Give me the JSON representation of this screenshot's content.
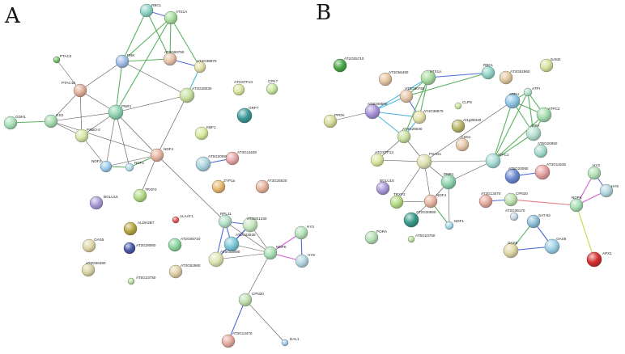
{
  "panels": [
    {
      "letter": "A",
      "nodes": [
        {
          "id": "RBCL",
          "label": "RBCL",
          "color": "#8fd4c8"
        },
        {
          "id": "ATS1A",
          "label": "ATS1A",
          "color": "#a8dca0"
        },
        {
          "id": "PRK",
          "label": "PRK",
          "color": "#9ebde6"
        },
        {
          "id": "AT3G60750",
          "label": "AT3G60750",
          "color": "#e6c2a8"
        },
        {
          "id": "AT4G38970",
          "label": "AT4G38970",
          "color": "#e2e0a6"
        },
        {
          "id": "PTAC4",
          "label": "PTAC4",
          "color": "#7cc070"
        },
        {
          "id": "PTAC16",
          "label": "PTAC16",
          "color": "#e0b09a"
        },
        {
          "id": "PNR1",
          "label": "PNR1",
          "color": "#8fd4b0"
        },
        {
          "id": "AT4G28030",
          "label": "AT4G28030",
          "color": "#c8e0a0"
        },
        {
          "id": "ATGSTF13",
          "label": "ATGSTF13",
          "color": "#dde6a0"
        },
        {
          "id": "CPK7",
          "label": "CPK7",
          "color": "#c8e6a0"
        },
        {
          "id": "GRP7",
          "label": "GRP7",
          "color": "#3d9a9a"
        },
        {
          "id": "GDH1",
          "label": "GDH1",
          "color": "#a8e0b8"
        },
        {
          "id": "GS2",
          "label": "GS2",
          "color": "#a6dcb0"
        },
        {
          "id": "PSBO2",
          "label": "PSBO-2",
          "color": "#d8e6a6"
        },
        {
          "id": "NDF4",
          "label": "NDF4",
          "color": "#e6b4a2"
        },
        {
          "id": "KBF1",
          "label": "KBF1",
          "color": "#d8eaa0"
        },
        {
          "id": "NDF2",
          "label": "NDF2",
          "color": "#9ecdea"
        },
        {
          "id": "NDF1",
          "label": "NDF1",
          "color": "#b4dde6"
        },
        {
          "id": "AT5G20090",
          "label": "AT5G20090",
          "color": "#aad4e0"
        },
        {
          "id": "AT3G11630",
          "label": "AT3G11630",
          "color": "#e6a8a8"
        },
        {
          "id": "ZYP1a",
          "label": "ZYP1a",
          "color": "#e6b870"
        },
        {
          "id": "AT3G25520",
          "label": "AT3G25520",
          "color": "#e6b49c"
        },
        {
          "id": "TRXF2",
          "label": "TRXF2",
          "color": "#b4dc86"
        },
        {
          "id": "BGLU15",
          "label": "BGLU15",
          "color": "#a89ad6"
        },
        {
          "id": "RPL11",
          "label": "RPL11",
          "color": "#b4e0c8"
        },
        {
          "id": "AT4G01330",
          "label": "AT4G01330",
          "color": "#c6e6c0"
        },
        {
          "id": "AT2G43030",
          "label": "AT2G43030",
          "color": "#7cc8d8"
        },
        {
          "id": "AT3G13490",
          "label": "AT3G13490",
          "color": "#e0e6b4"
        },
        {
          "id": "ALAAT1",
          "label": "ALAAT1",
          "color": "#e65a5a"
        },
        {
          "id": "ALDH2B7",
          "label": "ALDH2B7",
          "color": "#b8a642"
        },
        {
          "id": "OAS5",
          "label": "OAS5",
          "color": "#e0d6a6"
        },
        {
          "id": "AT3G28060",
          "label": "AT3G28060",
          "color": "#4a5aa6"
        },
        {
          "id": "AT2G05710",
          "label": "AT2G05710",
          "color": "#8cd49c"
        },
        {
          "id": "AT3G56490",
          "label": "AT3G56490",
          "color": "#dcd6a6"
        },
        {
          "id": "AT5G23750",
          "label": "AT5G23750",
          "color": "#b8e0a0"
        },
        {
          "id": "AT3G52960",
          "label": "AT3G52960",
          "color": "#e0d0a8"
        },
        {
          "id": "NDPK",
          "label": "NDPK",
          "color": "#a8e0b4"
        },
        {
          "id": "HY3",
          "label": "HY3",
          "color": "#b4e0b8"
        },
        {
          "id": "HY8",
          "label": "HY8",
          "color": "#b4d6e0"
        },
        {
          "id": "CPN20",
          "label": "CPN20",
          "color": "#c0e0b0"
        },
        {
          "id": "AT3G13470",
          "label": "AT3G13470",
          "color": "#e6aaa0"
        },
        {
          "id": "DAL1",
          "label": "DAL1",
          "color": "#a8cce6"
        }
      ],
      "edges": [
        {
          "source": "RBCL",
          "target": "ATS1A",
          "color": "#3b5bd0"
        },
        {
          "source": "RBCL",
          "target": "PRK",
          "color": "#49a84f"
        },
        {
          "source": "ATS1A",
          "target": "PRK",
          "color": "#49a84f"
        },
        {
          "source": "PRK",
          "target": "AT3G60750",
          "color": "#49a84f"
        },
        {
          "source": "RBCL",
          "target": "AT3G60750",
          "color": "#49a84f"
        },
        {
          "source": "ATS1A",
          "target": "AT3G60750",
          "color": "#49a84f"
        },
        {
          "source": "AT3G60750",
          "target": "AT4G38970",
          "color": "#3b5bd0"
        },
        {
          "source": "ATS1A",
          "target": "AT4G38970",
          "color": "#49a84f"
        },
        {
          "source": "PRK",
          "target": "AT4G28030",
          "color": "#444444"
        },
        {
          "source": "AT4G38970",
          "target": "AT4G28030",
          "color": "#3ab0d8"
        },
        {
          "source": "PRK",
          "target": "PNR1",
          "color": "#49a84f"
        },
        {
          "source": "ATS1A",
          "target": "PNR1",
          "color": "#49a84f"
        },
        {
          "source": "PRK",
          "target": "PTAC16",
          "color": "#444444"
        },
        {
          "source": "PTAC4",
          "target": "PTAC16",
          "color": "#444444"
        },
        {
          "source": "PTAC16",
          "target": "PNR1",
          "color": "#444444"
        },
        {
          "source": "PTAC16",
          "target": "GS2",
          "color": "#444444"
        },
        {
          "source": "PTAC16",
          "target": "PSBO2",
          "color": "#444444"
        },
        {
          "source": "GS2",
          "target": "GDH1",
          "color": "#49a84f"
        },
        {
          "source": "GS2",
          "target": "PNR1",
          "color": "#444444"
        },
        {
          "source": "GS2",
          "target": "PSBO2",
          "color": "#444444"
        },
        {
          "source": "GS2",
          "target": "NDF4",
          "color": "#444444"
        },
        {
          "source": "PNR1",
          "target": "PSBO2",
          "color": "#444444"
        },
        {
          "source": "PNR1",
          "target": "NDF4",
          "color": "#444444"
        },
        {
          "source": "PNR1",
          "target": "NDF2",
          "color": "#444444"
        },
        {
          "source": "PNR1",
          "target": "NDF1",
          "color": "#444444"
        },
        {
          "source": "PNR1",
          "target": "AT4G28030",
          "color": "#444444"
        },
        {
          "source": "PSBO2",
          "target": "NDF2",
          "color": "#444444"
        },
        {
          "source": "NDF2",
          "target": "NDF1",
          "color": "#49a84f"
        },
        {
          "source": "NDF1",
          "target": "NDF4",
          "color": "#49a84f"
        },
        {
          "source": "NDF2",
          "target": "NDF4",
          "color": "#444444"
        },
        {
          "source": "AT4G28030",
          "target": "NDF4",
          "color": "#444444"
        },
        {
          "source": "NDF4",
          "target": "TRXF2",
          "color": "#444444"
        },
        {
          "source": "NDF4",
          "target": "RPL11",
          "color": "#444444"
        },
        {
          "source": "AT5G20090",
          "target": "AT3G11630",
          "color": "#3b5bd0"
        },
        {
          "source": "RPL11",
          "target": "AT4G01330",
          "color": "#3b5bd0"
        },
        {
          "source": "RPL11",
          "target": "AT2G43030",
          "color": "#3b5bd0"
        },
        {
          "source": "RPL11",
          "target": "AT3G13490",
          "color": "#3b5bd0"
        },
        {
          "source": "AT4G01330",
          "target": "AT2G43030",
          "color": "#3b5bd0"
        },
        {
          "source": "AT4G01330",
          "target": "AT3G13490",
          "color": "#3b5bd0"
        },
        {
          "source": "AT2G43030",
          "target": "AT3G13490",
          "color": "#3b5bd0"
        },
        {
          "source": "AT4G01330",
          "target": "NDPK",
          "color": "#444444"
        },
        {
          "source": "AT2G43030",
          "target": "NDPK",
          "color": "#444444"
        },
        {
          "source": "AT3G13490",
          "target": "NDPK",
          "color": "#444444"
        },
        {
          "source": "RPL11",
          "target": "NDPK",
          "color": "#444444"
        },
        {
          "source": "NDPK",
          "target": "HY3",
          "color": "#d04cd0"
        },
        {
          "source": "NDPK",
          "target": "HY8",
          "color": "#d04cd0"
        },
        {
          "source": "HY3",
          "target": "HY8",
          "color": "#3b5bd0"
        },
        {
          "source": "NDPK",
          "target": "CPN20",
          "color": "#444444"
        },
        {
          "source": "CPN20",
          "target": "AT3G13470",
          "color": "#3b5bd0"
        },
        {
          "source": "CPN20",
          "target": "DAL1",
          "color": "#444444"
        }
      ]
    },
    {
      "letter": "B",
      "nodes": [
        {
          "id": "AT2G05710",
          "label": "AT2G05710",
          "color": "#4aa84a"
        },
        {
          "id": "AT3G56490",
          "label": "AT3G56490",
          "color": "#e6c4a2"
        },
        {
          "id": "AT3G60750",
          "label": "AT3G60750",
          "color": "#e6c8a8"
        },
        {
          "id": "ATS1A",
          "label": "ATS1A",
          "color": "#a8dca0"
        },
        {
          "id": "RBCL",
          "label": "RBCL",
          "color": "#8fd4c8"
        },
        {
          "id": "AT3G52960",
          "label": "AT3G52960",
          "color": "#e0c8a0"
        },
        {
          "id": "SAM2",
          "label": "SAM2",
          "color": "#d8e0a0"
        },
        {
          "id": "PPDK",
          "label": "PPDK",
          "color": "#d6dc9a"
        },
        {
          "id": "AT3G08590",
          "label": "AT3G08590",
          "color": "#a894d8"
        },
        {
          "id": "AT4G38970",
          "label": "AT4G38970",
          "color": "#e2e0a6"
        },
        {
          "id": "CLPS",
          "label": "CLPS",
          "color": "#c8e6a0"
        },
        {
          "id": "At1g08340",
          "label": "At1g08340",
          "color": "#b8b46a"
        },
        {
          "id": "ATPH",
          "label": "ATPH",
          "color": "#8ec6e6"
        },
        {
          "id": "ATPI",
          "label": "ATPI",
          "color": "#b0e0c8"
        },
        {
          "id": "ATPC2",
          "label": "ATPC2",
          "color": "#a6dcb0"
        },
        {
          "id": "ATPA",
          "label": "ATPA",
          "color": "#b4e0d0"
        },
        {
          "id": "AT4G28030",
          "label": "AT4G28030",
          "color": "#c8e0a0"
        },
        {
          "id": "CSD1",
          "label": "CSD1",
          "color": "#e6c8a8"
        },
        {
          "id": "ATGSTF13",
          "label": "ATGSTF13",
          "color": "#dde6a0"
        },
        {
          "id": "PSAD1",
          "label": "PSAD1",
          "color": "#e0e0b4"
        },
        {
          "id": "ATPC1",
          "label": "ATPC1",
          "color": "#a8dcd8"
        },
        {
          "id": "AT5G20950",
          "label": "AT5G20950",
          "color": "#a6dcd0"
        },
        {
          "id": "AT5G20090",
          "label": "AT5G20090",
          "color": "#6c8ad0"
        },
        {
          "id": "AT3G11630",
          "label": "AT3G11630",
          "color": "#e6a0a0"
        },
        {
          "id": "BGLU15",
          "label": "BGLU15",
          "color": "#a89ad6"
        },
        {
          "id": "PNR1",
          "label": "PNR1",
          "color": "#8fd4b0"
        },
        {
          "id": "TRXF2",
          "label": "TRXF2",
          "color": "#b4dc86"
        },
        {
          "id": "NDF4",
          "label": "NDF4",
          "color": "#e6b4a2"
        },
        {
          "id": "AT2G30950",
          "label": "AT2G30950",
          "color": "#3a9a8a"
        },
        {
          "id": "NDF1",
          "label": "NDF1",
          "color": "#a8d6e6"
        },
        {
          "id": "PORA",
          "label": "PORA",
          "color": "#b4e0b4"
        },
        {
          "id": "AT5G23750",
          "label": "AT5G23750",
          "color": "#b8e0a0"
        },
        {
          "id": "AT3G13470",
          "label": "AT3G13470",
          "color": "#e6aaa0"
        },
        {
          "id": "CPN20",
          "label": "CPN20",
          "color": "#c0e0b0"
        },
        {
          "id": "AT2G36170",
          "label": "AT2G36170",
          "color": "#c8d8e8"
        },
        {
          "id": "SAT-52",
          "label": "SAT-52",
          "color": "#8ec0d8"
        },
        {
          "id": "OAS5",
          "label": "OAS5",
          "color": "#e0d6a6"
        },
        {
          "id": "OAS8",
          "label": "OAS8",
          "color": "#9ed0e6"
        },
        {
          "id": "NDPK",
          "label": "NDPK",
          "color": "#a8e0b4"
        },
        {
          "id": "HY3",
          "label": "HY3",
          "color": "#b4e0b8"
        },
        {
          "id": "HY8",
          "label": "HY8",
          "color": "#b4d6e0"
        },
        {
          "id": "APX1",
          "label": "APX1",
          "color": "#d43030"
        }
      ],
      "edges": [
        {
          "source": "AT3G60750",
          "target": "ATS1A",
          "color": "#49a84f"
        },
        {
          "source": "ATS1A",
          "target": "RBCL",
          "color": "#3b5bd0"
        },
        {
          "source": "AT3G60750",
          "target": "RBCL",
          "color": "#49a84f"
        },
        {
          "source": "AT3G08590",
          "target": "ATS1A",
          "color": "#3ab0d8"
        },
        {
          "source": "AT3G08590",
          "target": "AT3G60750",
          "color": "#3ab0d8"
        },
        {
          "source": "PPDK",
          "target": "AT3G08590",
          "color": "#444444"
        },
        {
          "source": "AT3G08590",
          "target": "AT4G38970",
          "color": "#3ab0d8"
        },
        {
          "source": "AT3G08590",
          "target": "AT4G28030",
          "color": "#3ab0d8"
        },
        {
          "source": "AT3G60750",
          "target": "AT4G38970",
          "color": "#3b5bd0"
        },
        {
          "source": "ATS1A",
          "target": "AT4G38970",
          "color": "#49a84f"
        },
        {
          "source": "AT4G38970",
          "target": "AT4G28030",
          "color": "#3ab0d8"
        },
        {
          "source": "AT4G28030",
          "target": "ATGSTF13",
          "color": "#444444"
        },
        {
          "source": "AT4G28030",
          "target": "PSAD1",
          "color": "#444444"
        },
        {
          "source": "ATS1A",
          "target": "AT4G28030",
          "color": "#49a84f"
        },
        {
          "source": "ATPH",
          "target": "ATPI",
          "color": "#49a84f"
        },
        {
          "source": "ATPH",
          "target": "ATPC2",
          "color": "#49a84f"
        },
        {
          "source": "ATPH",
          "target": "ATPA",
          "color": "#49a84f"
        },
        {
          "source": "ATPH",
          "target": "ATPC1",
          "color": "#49a84f"
        },
        {
          "source": "ATPI",
          "target": "ATPC2",
          "color": "#49a84f"
        },
        {
          "source": "ATPI",
          "target": "ATPA",
          "color": "#49a84f"
        },
        {
          "source": "ATPI",
          "target": "ATPC1",
          "color": "#49a84f"
        },
        {
          "source": "ATPC2",
          "target": "ATPA",
          "color": "#49a84f"
        },
        {
          "source": "ATPC2",
          "target": "ATPC1",
          "color": "#49a84f"
        },
        {
          "source": "ATPA",
          "target": "ATPC1",
          "color": "#49a84f"
        },
        {
          "source": "PSAD1",
          "target": "ATPC1",
          "color": "#444444"
        },
        {
          "source": "PSAD1",
          "target": "ATPH",
          "color": "#444444"
        },
        {
          "source": "PSAD1",
          "target": "PNR1",
          "color": "#444444"
        },
        {
          "source": "PSAD1",
          "target": "NDF4",
          "color": "#444444"
        },
        {
          "source": "PSAD1",
          "target": "TRXF2",
          "color": "#444444"
        },
        {
          "source": "PNR1",
          "target": "NDF4",
          "color": "#444444"
        },
        {
          "source": "PNR1",
          "target": "ATPC1",
          "color": "#444444"
        },
        {
          "source": "PNR1",
          "target": "NDF1",
          "color": "#444444"
        },
        {
          "source": "ATGSTF13",
          "target": "PSAD1",
          "color": "#444444"
        },
        {
          "source": "NDF4",
          "target": "NDF1",
          "color": "#49a84f"
        },
        {
          "source": "NDF4",
          "target": "TRXF2",
          "color": "#444444"
        },
        {
          "source": "AT2G30950",
          "target": "NDF4",
          "color": "#444444"
        },
        {
          "source": "AT5G20090",
          "target": "AT3G11630",
          "color": "#3b5bd0"
        },
        {
          "source": "AT3G13470",
          "target": "CPN20",
          "color": "#3b5bd0"
        },
        {
          "source": "SAT-52",
          "target": "OAS5",
          "color": "#49a84f"
        },
        {
          "source": "SAT-52",
          "target": "OAS8",
          "color": "#3b5bd0"
        },
        {
          "source": "OAS5",
          "target": "OAS8",
          "color": "#3b5bd0"
        },
        {
          "source": "NDPK",
          "target": "HY3",
          "color": "#d04cd0"
        },
        {
          "source": "NDPK",
          "target": "HY8",
          "color": "#d04cd0"
        },
        {
          "source": "HY3",
          "target": "HY8",
          "color": "#3b5bd0"
        },
        {
          "source": "NDPK",
          "target": "APX1",
          "color": "#c8d030"
        },
        {
          "source": "NDPK",
          "target": "CPN20",
          "color": "#e07070"
        }
      ]
    }
  ]
}
